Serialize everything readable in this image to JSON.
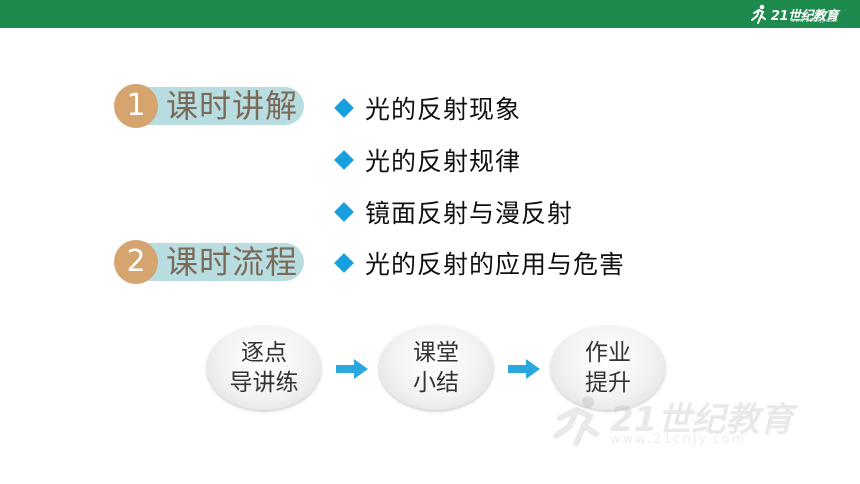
{
  "header": {
    "logo_text": "21世纪教育",
    "logo_url": "www.21cnjy.com"
  },
  "sections": [
    {
      "number": "1",
      "label": "课时讲解"
    },
    {
      "number": "2",
      "label": "课时流程"
    }
  ],
  "bullets": [
    "光的反射现象",
    "光的反射规律",
    "镜面反射与漫反射",
    "光的反射的应用与危害"
  ],
  "flow": [
    {
      "line1": "逐点",
      "line2": "导讲练"
    },
    {
      "line1": "课堂",
      "line2": "小结"
    },
    {
      "line1": "作业",
      "line2": "提升"
    }
  ],
  "watermark": {
    "text": "21世纪教育",
    "url": "www.21cnjy.com"
  },
  "colors": {
    "topbar": "#1d8a4e",
    "badge": "#d6a46f",
    "pill": "#b8dde0",
    "bullet_diamond": "#18a0de",
    "arrow": "#29a8e0"
  }
}
